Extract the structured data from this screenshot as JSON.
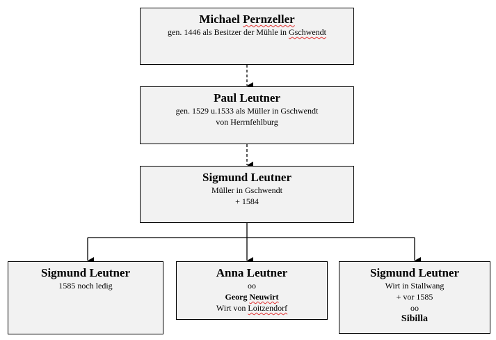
{
  "boxes": {
    "michael": {
      "name_pre": "Michael ",
      "name_mark": "Pernzeller",
      "line1_pre": "gen. 1446 als Besitzer der Mühle in ",
      "line1_mark": "Gschwendt"
    },
    "paul": {
      "name": "Paul Leutner",
      "line1": "gen. 1529 u.1533 als Müller in Gschwendt",
      "line2": "von Herrnfehlburg"
    },
    "sigmund_parent": {
      "name": "Sigmund Leutner",
      "line1": "Müller in Gschwendt",
      "line2": "+ 1584"
    },
    "sigmund_child": {
      "name": "Sigmund Leutner",
      "line1": "1585 noch ledig"
    },
    "anna": {
      "name": "Anna Leutner",
      "line1": "oo",
      "spouse_pre": "Georg ",
      "spouse_mark": "Neuwirt",
      "line3_pre": "Wirt von ",
      "line3_mark": "Loitzendorf"
    },
    "sigmund_wirt": {
      "name": "Sigmund Leutner",
      "line1": "Wirt in Stallwang",
      "line2": "+ vor 1585",
      "line3": "oo",
      "spouse": "Sibilla"
    }
  },
  "colors": {
    "box_fill": "#f2f2f2",
    "border": "#000000",
    "spellcheck": "#e03030"
  }
}
